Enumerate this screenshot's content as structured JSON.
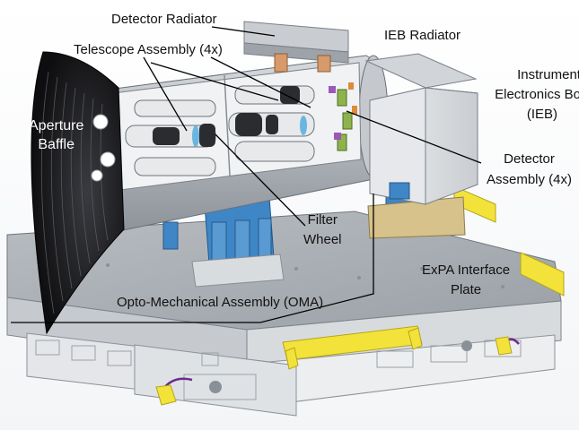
{
  "labels": {
    "detector_radiator": "Detector Radiator",
    "telescope_assembly": "Telescope Assembly (4x)",
    "ieb_radiator": "IEB Radiator",
    "ieb_line1": "Instrument",
    "ieb_line2": "Electronics Bo",
    "ieb_line3": "(IEB)",
    "aperture_line1": "Aperture",
    "aperture_line2": "Baffle",
    "detector_assembly_line1": "Detector",
    "detector_assembly_line2": "Assembly (4x)",
    "filter_line1": "Filter",
    "filter_line2": "Wheel",
    "expa_line1": "ExPA Interface",
    "expa_line2": "Plate",
    "oma": "Opto-Mechanical Assembly (OMA)"
  },
  "colors": {
    "plate": "#d7dadd",
    "plate_edge": "#9ea4aa",
    "cylinder": "#a9aeb5",
    "baffle": "#1d1d20",
    "support_blue": "#3f86c6",
    "handle_yellow": "#f2e23a",
    "box": "#dcdee1",
    "leader": "#000000"
  }
}
